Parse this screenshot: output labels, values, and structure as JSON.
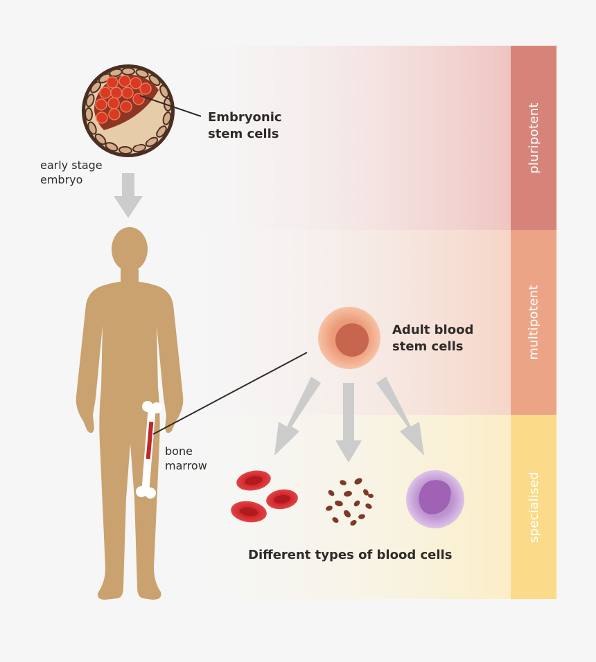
{
  "labels": {
    "embryonic": "Embryonic\nstem cells",
    "early_embryo": "early stage\nembryo",
    "adult": "Adult blood\nstem cells",
    "bone_marrow": "bone\nmarrow",
    "blood_cells": "Different types of blood cells"
  },
  "bands": [
    {
      "label": "pluripotent",
      "color": "#d6847a"
    },
    {
      "label": "multipotent",
      "color": "#eba586"
    },
    {
      "label": "specialised",
      "color": "#fbdb8a"
    }
  ],
  "colors": {
    "body": "#c9a26f",
    "red_cell": "#cf2c2e",
    "platelet": "#7e3a26",
    "white_cell": "#c59ed4",
    "arrow": "#cccccc",
    "stem_cell": "#f0a787"
  },
  "icons": [
    "embryo-icon",
    "human-body-icon",
    "bone-icon",
    "stem-cell-icon",
    "red-blood-cell-icon",
    "platelet-icon",
    "white-blood-cell-icon",
    "arrow-down-icon"
  ]
}
